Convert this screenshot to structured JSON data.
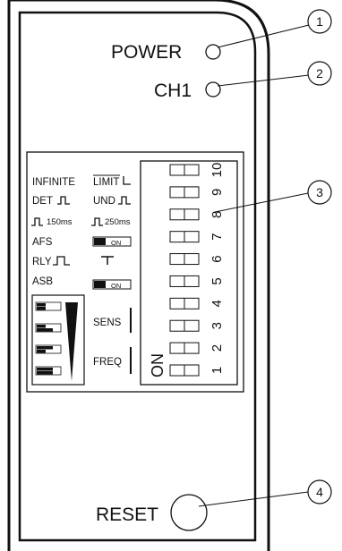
{
  "labels": {
    "power": "POWER",
    "ch1": "CH1",
    "reset": "RESET",
    "infinite": "INFINITE",
    "det": "DET",
    "t150": "150ms",
    "afs": "AFS",
    "rly": "RLY",
    "asb": "ASB",
    "limit": "LIMIT",
    "und": "UND",
    "t250": "250ms",
    "on_badge": "ON",
    "sens": "SENS",
    "freq": "FREQ",
    "on_vertical": "ON"
  },
  "switch_numbers": [
    "1",
    "2",
    "3",
    "4",
    "5",
    "6",
    "7",
    "8",
    "9",
    "10"
  ],
  "callouts": [
    "1",
    "2",
    "3",
    "4"
  ]
}
